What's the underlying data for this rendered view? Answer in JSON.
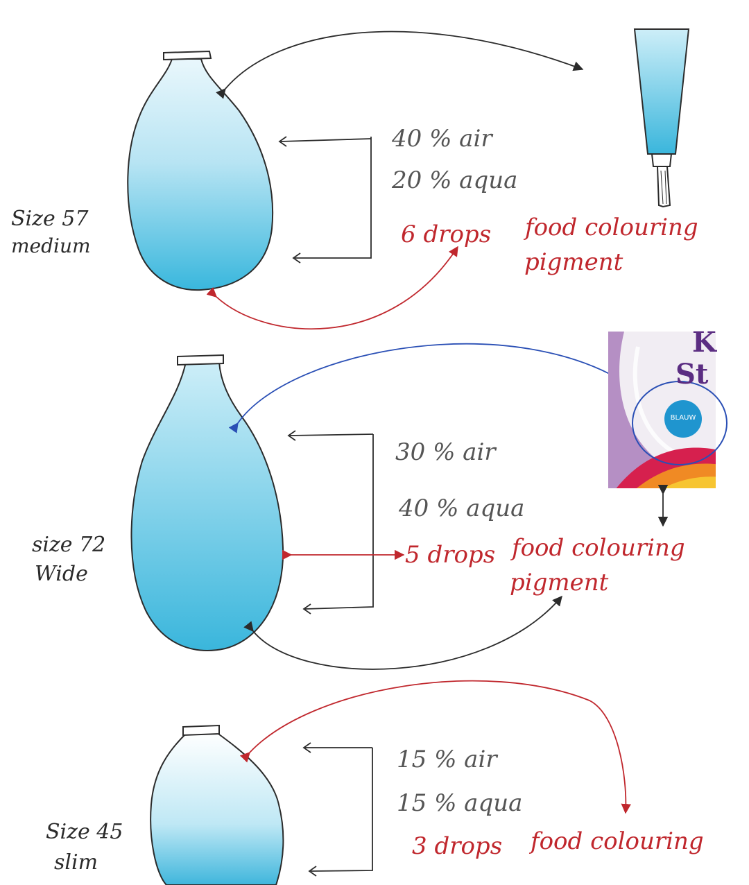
{
  "balloons": [
    {
      "size_label": "Size 57",
      "shape_label": "medium",
      "air": "40 % air",
      "aqua": "20 % aqua",
      "drops": "6 drops",
      "colouring": "food colouring",
      "pigment": "pigment"
    },
    {
      "size_label": "size 72",
      "shape_label": "Wide",
      "air": "30 % air",
      "aqua": "40 % aqua",
      "drops": "5 drops",
      "colouring": "food colouring",
      "pigment": "pigment"
    },
    {
      "size_label": "Size 45",
      "shape_label": "slim",
      "air": "15 % air",
      "aqua": "15 % aqua",
      "drops": "3 drops",
      "colouring": "food colouring"
    }
  ],
  "product": {
    "title_part1": "K",
    "title_part2": "St",
    "badge": "BLAUW"
  },
  "colors": {
    "pencil": "#2b2b2b",
    "red_ink": "#c0272d",
    "blue_ink": "#2a4fb5",
    "water": "#39b7dd",
    "package_bg": "#b58fc4",
    "badge": "#1f95cf"
  }
}
